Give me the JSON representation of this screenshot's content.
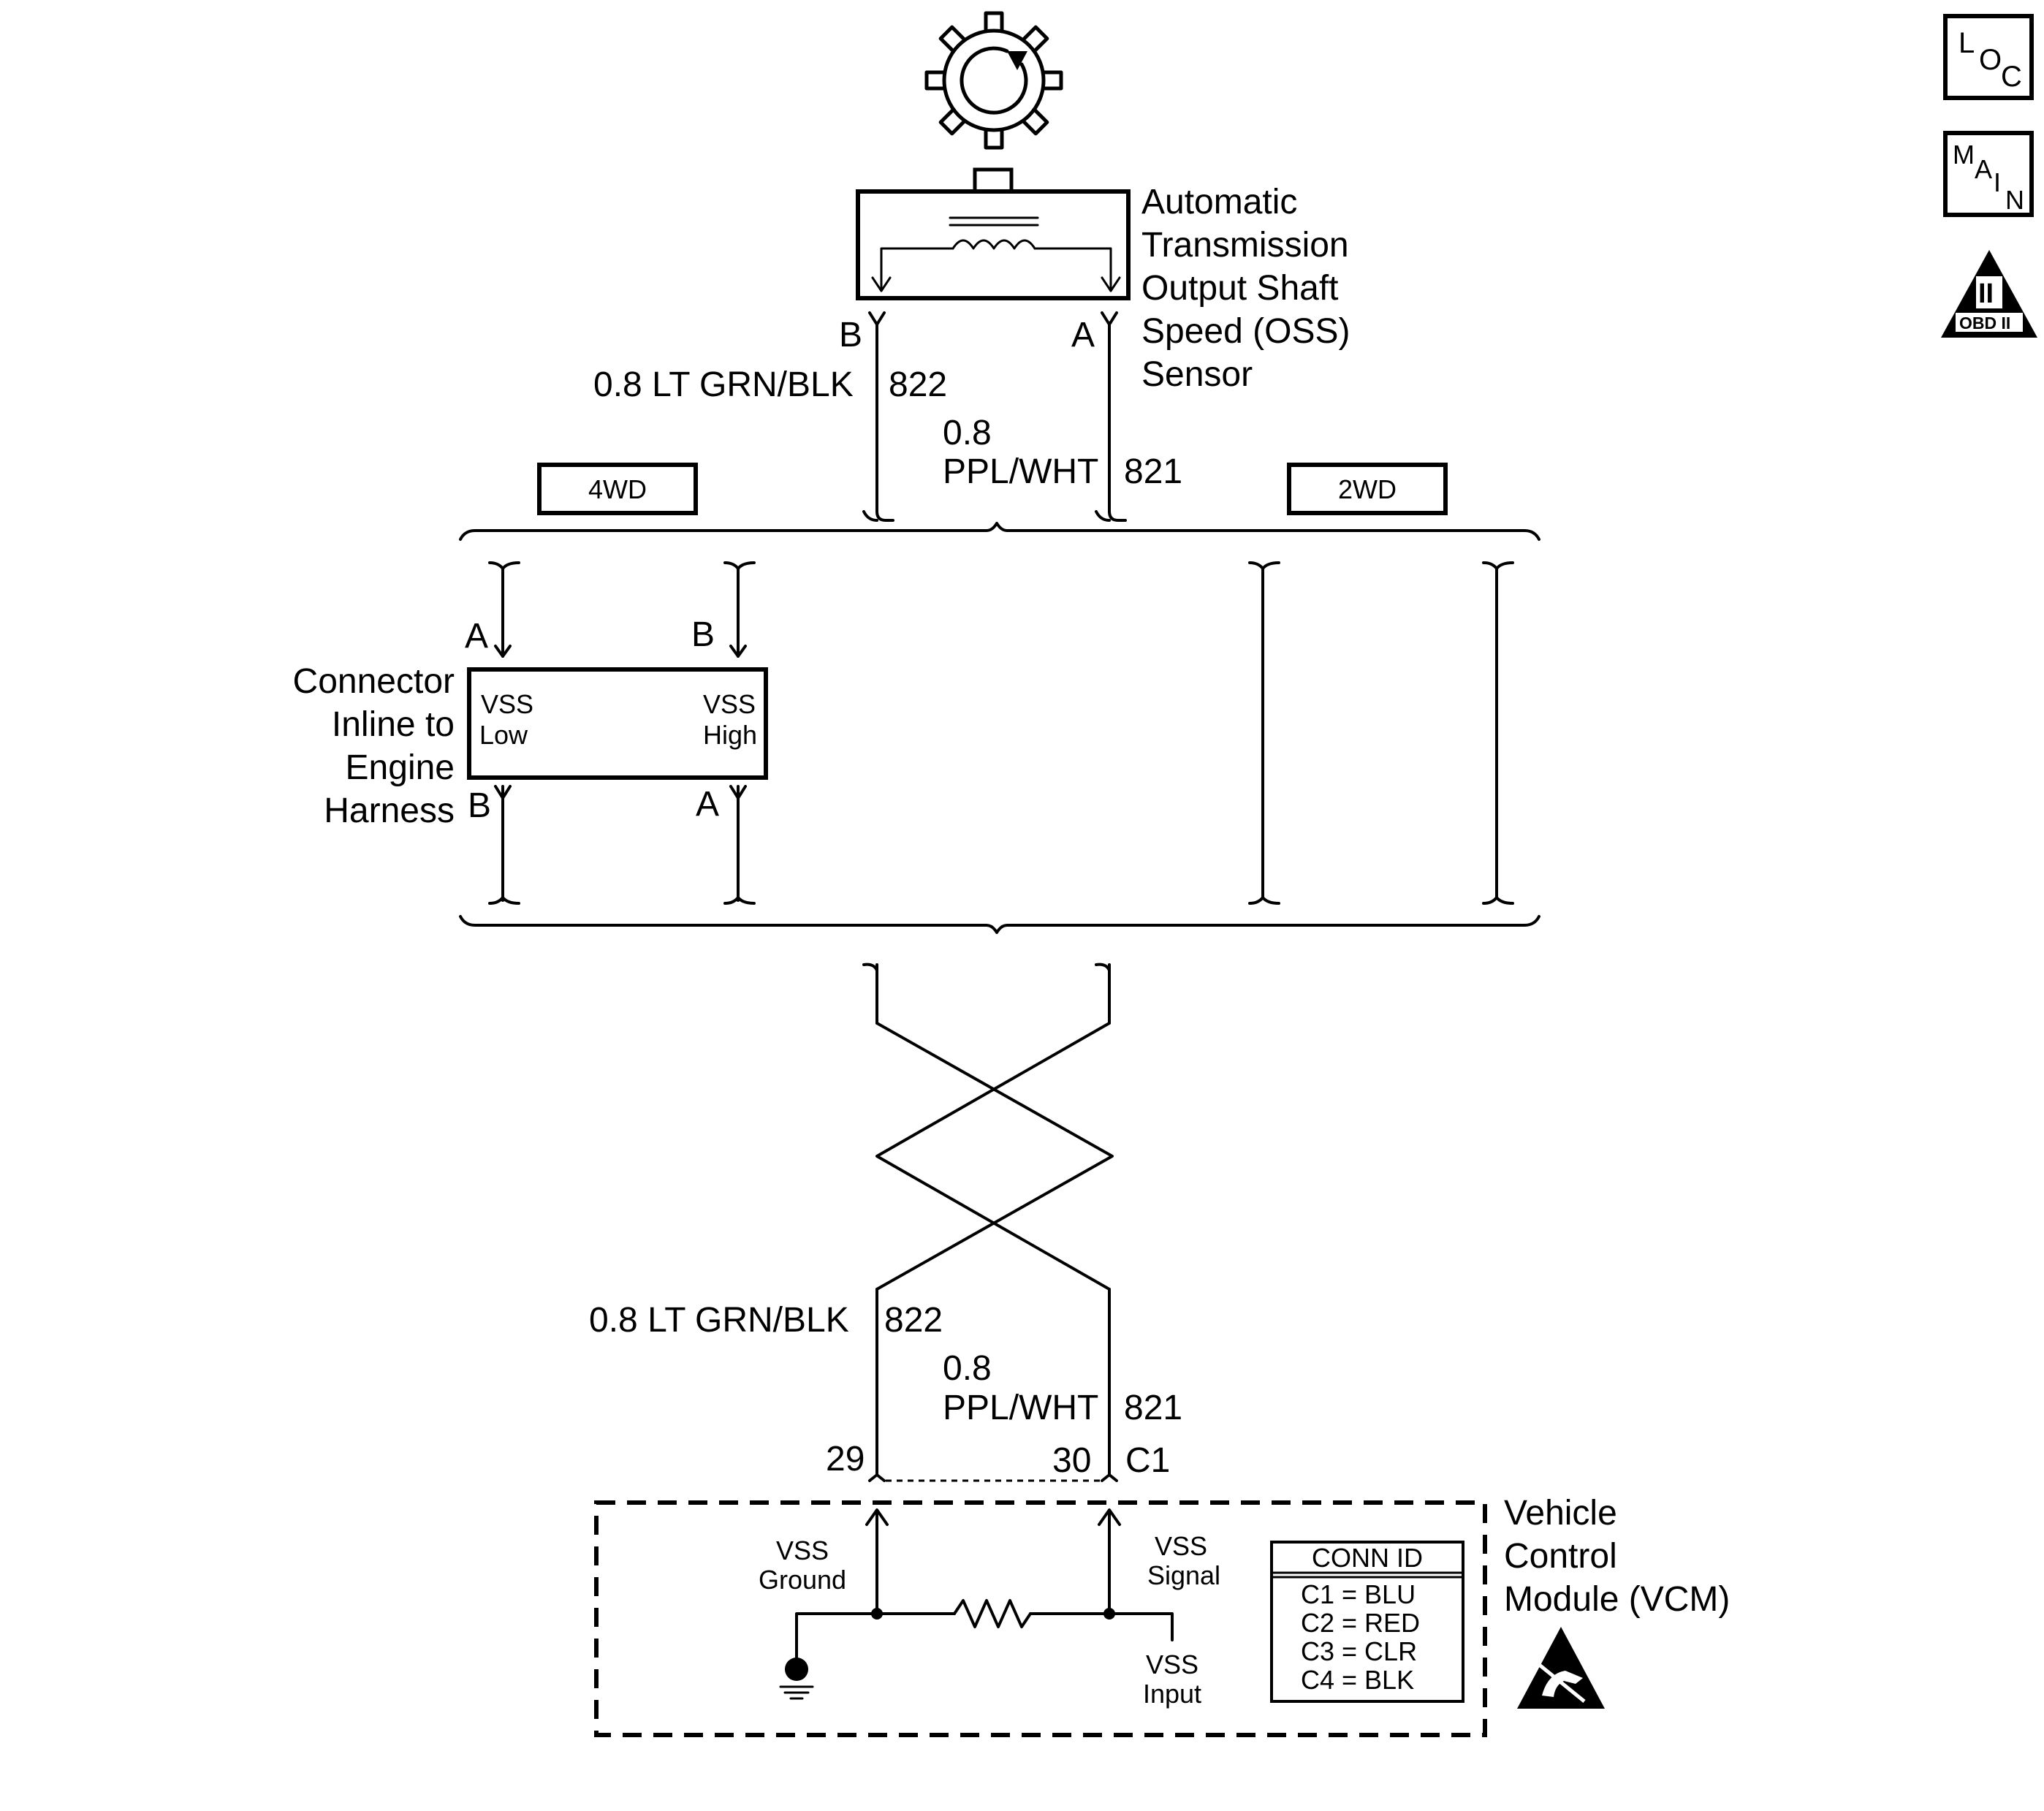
{
  "icons": {
    "loc": {
      "name": "loc-icon",
      "letters": [
        "L",
        "O",
        "C"
      ]
    },
    "main": {
      "name": "main-icon",
      "letters": [
        "M",
        "A",
        "I",
        "N"
      ]
    },
    "obd": {
      "name": "obd-ii-icon",
      "numeral": "II",
      "label": "OBD II"
    }
  },
  "sensor": {
    "title_lines": [
      "Automatic",
      "Transmission",
      "Output Shaft",
      "Speed (OSS)",
      "Sensor"
    ],
    "pin_b": "B",
    "pin_a": "A"
  },
  "wires_upper": {
    "left_label": "0.8 LT GRN/BLK",
    "left_circuit": "822",
    "right_gauge": "0.8",
    "right_color": "PPL/WHT",
    "right_circuit": "821"
  },
  "tags": {
    "four_wd": "4WD",
    "two_wd": "2WD"
  },
  "inline_connector": {
    "title_lines": [
      "Connector",
      "Inline to",
      "Engine",
      "Harness"
    ],
    "top_pin_left": "A",
    "top_pin_right": "B",
    "bottom_pin_left": "B",
    "bottom_pin_right": "A",
    "inner_left": [
      "VSS",
      "Low"
    ],
    "inner_right": [
      "VSS",
      "High"
    ]
  },
  "wires_lower": {
    "left_label": "0.8 LT GRN/BLK",
    "left_circuit": "822",
    "right_gauge": "0.8",
    "right_color": "PPL/WHT",
    "right_circuit": "821",
    "pin_left": "29",
    "pin_right": "30",
    "connector": "C1"
  },
  "vcm": {
    "title_lines": [
      "Vehicle",
      "Control",
      "Module (VCM)"
    ],
    "vss_ground": [
      "VSS",
      "Ground"
    ],
    "vss_signal": [
      "VSS",
      "Signal"
    ],
    "vss_input": [
      "VSS",
      "Input"
    ],
    "conn_id_header": "CONN ID",
    "conn_ids": [
      "C1 = BLU",
      "C2 = RED",
      "C3 = CLR",
      "C4 = BLK"
    ],
    "esd_icon": "esd-warning-icon"
  }
}
